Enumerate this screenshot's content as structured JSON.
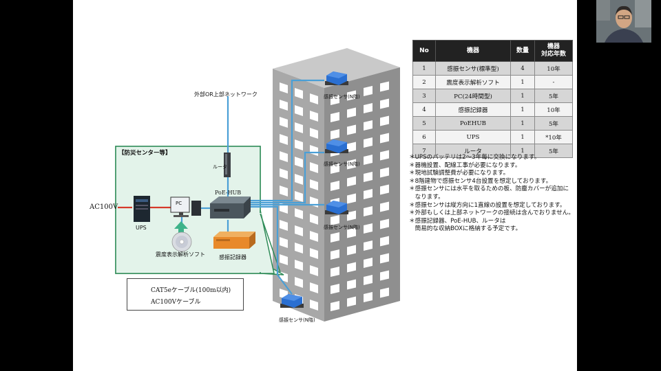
{
  "diagram": {
    "external_network_label": "外部OR上部ネットワーク",
    "router_label": "ルータ",
    "center_title": "【防災センター等】",
    "poe_hub_label": "PoE-HUB",
    "ac_label": "AC100V",
    "pc_label": "PC",
    "ups_label": "UPS",
    "software_label": "震度表示解析ソフト",
    "recorder_label": "感振記録器",
    "sensor_label": "感振センサ(N階)",
    "legend": {
      "cat5e": "CAT5eケーブル(100m以内)",
      "ac100v": "AC100Vケーブル"
    },
    "colors": {
      "cat5e": "#4a9fd6",
      "ac100v": "#d63a2a",
      "center_border": "#2e8b57",
      "center_fill": "#e3f3ea"
    }
  },
  "equipment_table": {
    "headers": [
      "No",
      "機器",
      "数量",
      "機器\n対応年数"
    ],
    "rows": [
      [
        "1",
        "感振センサ(標準型)",
        "4",
        "10年"
      ],
      [
        "2",
        "震度表示解析ソフト",
        "1",
        "-"
      ],
      [
        "3",
        "PC(24時間型)",
        "1",
        "5年"
      ],
      [
        "4",
        "感振記録器",
        "1",
        "10年"
      ],
      [
        "5",
        "PoEHUB",
        "1",
        "5年"
      ],
      [
        "6",
        "UPS",
        "1",
        "*10年"
      ],
      [
        "7",
        "ルータ",
        "1",
        "5年"
      ]
    ]
  },
  "notes": [
    "＊UPSのバッテリは2～3年毎に交換になります。",
    "＊器機設置、配線工事が必要になります。",
    "＊現地試験調整費が必要になります。",
    "＊8階建物で感振センサ4台設置を想定しております。",
    "＊感振センサには水平を取るための板、防塵カバーが追加に",
    "　なります。",
    "＊感振センサは縦方向に1直線の設置を想定しております。",
    "＊外部もしくは上部ネットワークの接続は含んでおりません。",
    "＊感振記録器、PoE-HUB、ルータは",
    "　簡易的な収納BOXに格納する予定です。"
  ]
}
